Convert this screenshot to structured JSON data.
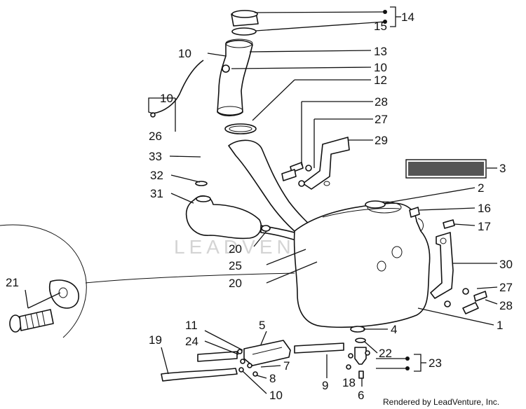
{
  "watermark": "LEADVENTURE",
  "credit": "Rendered by LeadVenture, Inc.",
  "callouts": {
    "c14": "14",
    "c15": "15",
    "c10a": "10",
    "c13": "13",
    "c10b": "10",
    "c12": "12",
    "c10c": "10",
    "c26": "26",
    "c28a": "28",
    "c27a": "27",
    "c29": "29",
    "c33": "33",
    "c3": "3",
    "c32": "32",
    "c2": "2",
    "c31": "31",
    "c16": "16",
    "c17": "17",
    "c20a": "20",
    "c25": "25",
    "c30": "30",
    "c20b": "20",
    "c21": "21",
    "c27b": "27",
    "c28b": "28",
    "c1": "1",
    "c11": "11",
    "c5": "5",
    "c4": "4",
    "c19": "19",
    "c24": "24",
    "c22": "22",
    "c7": "7",
    "c23": "23",
    "c8": "8",
    "c9": "9",
    "c10d": "10",
    "c18": "18",
    "c6": "6"
  }
}
